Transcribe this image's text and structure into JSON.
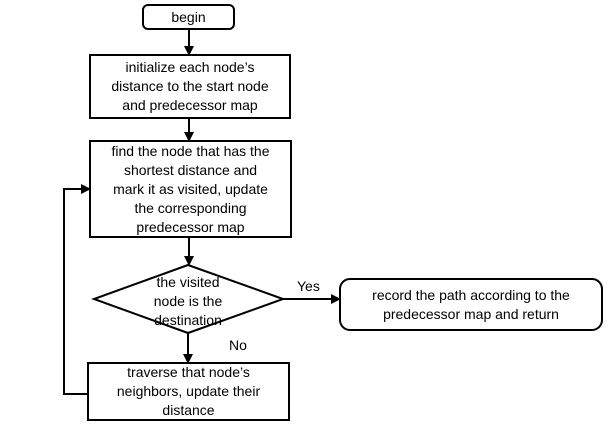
{
  "nodes": {
    "begin": {
      "lines": [
        "begin"
      ]
    },
    "init": {
      "lines": [
        "initialize each node’s",
        "distance to the start node",
        "and predecessor map"
      ]
    },
    "find": {
      "lines": [
        "find the node that has the",
        "shortest distance and",
        "mark it as visited, update",
        "the corresponding",
        "predecessor map"
      ]
    },
    "decision": {
      "lines": [
        "the visited",
        "node is the",
        "destination"
      ]
    },
    "record": {
      "lines": [
        "record the path according to the",
        "predecessor map and return"
      ]
    },
    "traverse": {
      "lines": [
        "traverse that node’s",
        "neighbors, update their",
        "distance"
      ]
    }
  },
  "edges": {
    "yes_label": "Yes",
    "no_label": "No"
  },
  "colors": {
    "stroke": "#000000",
    "fill": "#ffffff",
    "text": "#000000"
  }
}
